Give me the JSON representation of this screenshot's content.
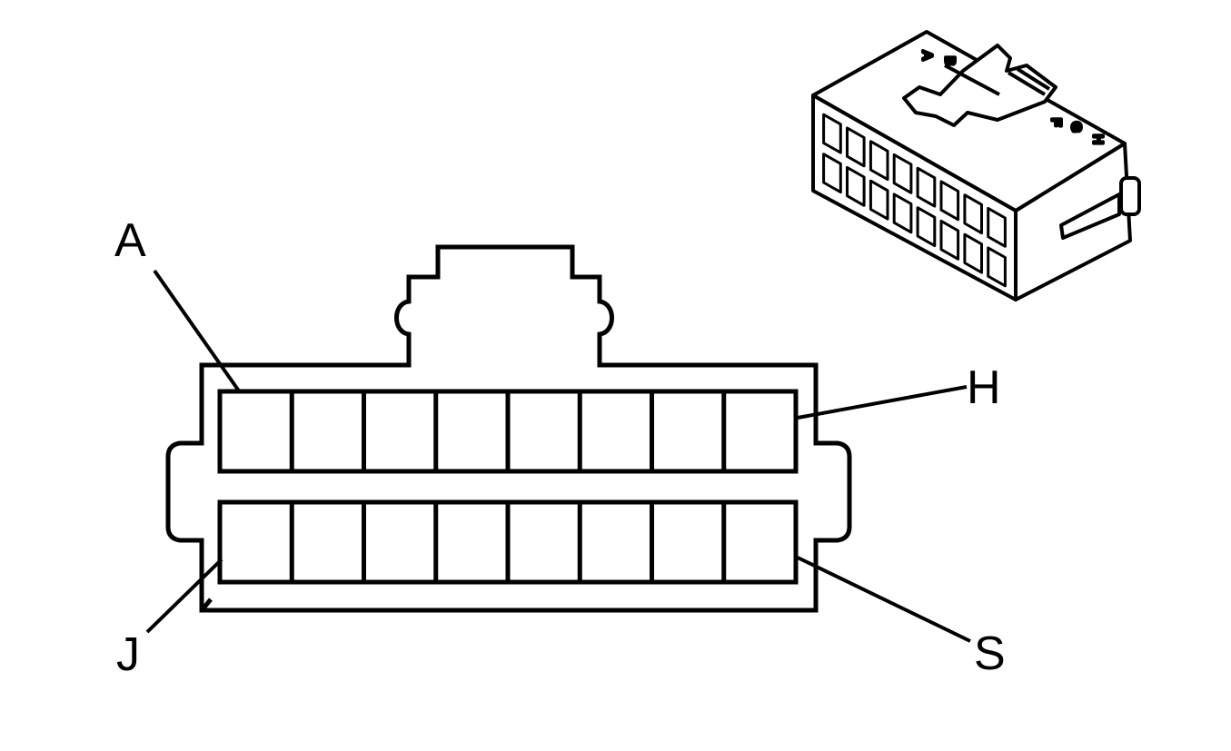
{
  "colors": {
    "stroke": "#000000",
    "background": "#ffffff"
  },
  "callouts": {
    "pin_a": "A",
    "pin_h": "H",
    "pin_j": "J",
    "pin_s": "S"
  },
  "connector_face": {
    "rows": 2,
    "cavities_per_row": 8
  },
  "isometric_view": {
    "top_letters": {
      "a": "A",
      "b": "B"
    },
    "side_letters": {
      "f": "F",
      "g": "G",
      "h": "H"
    }
  }
}
